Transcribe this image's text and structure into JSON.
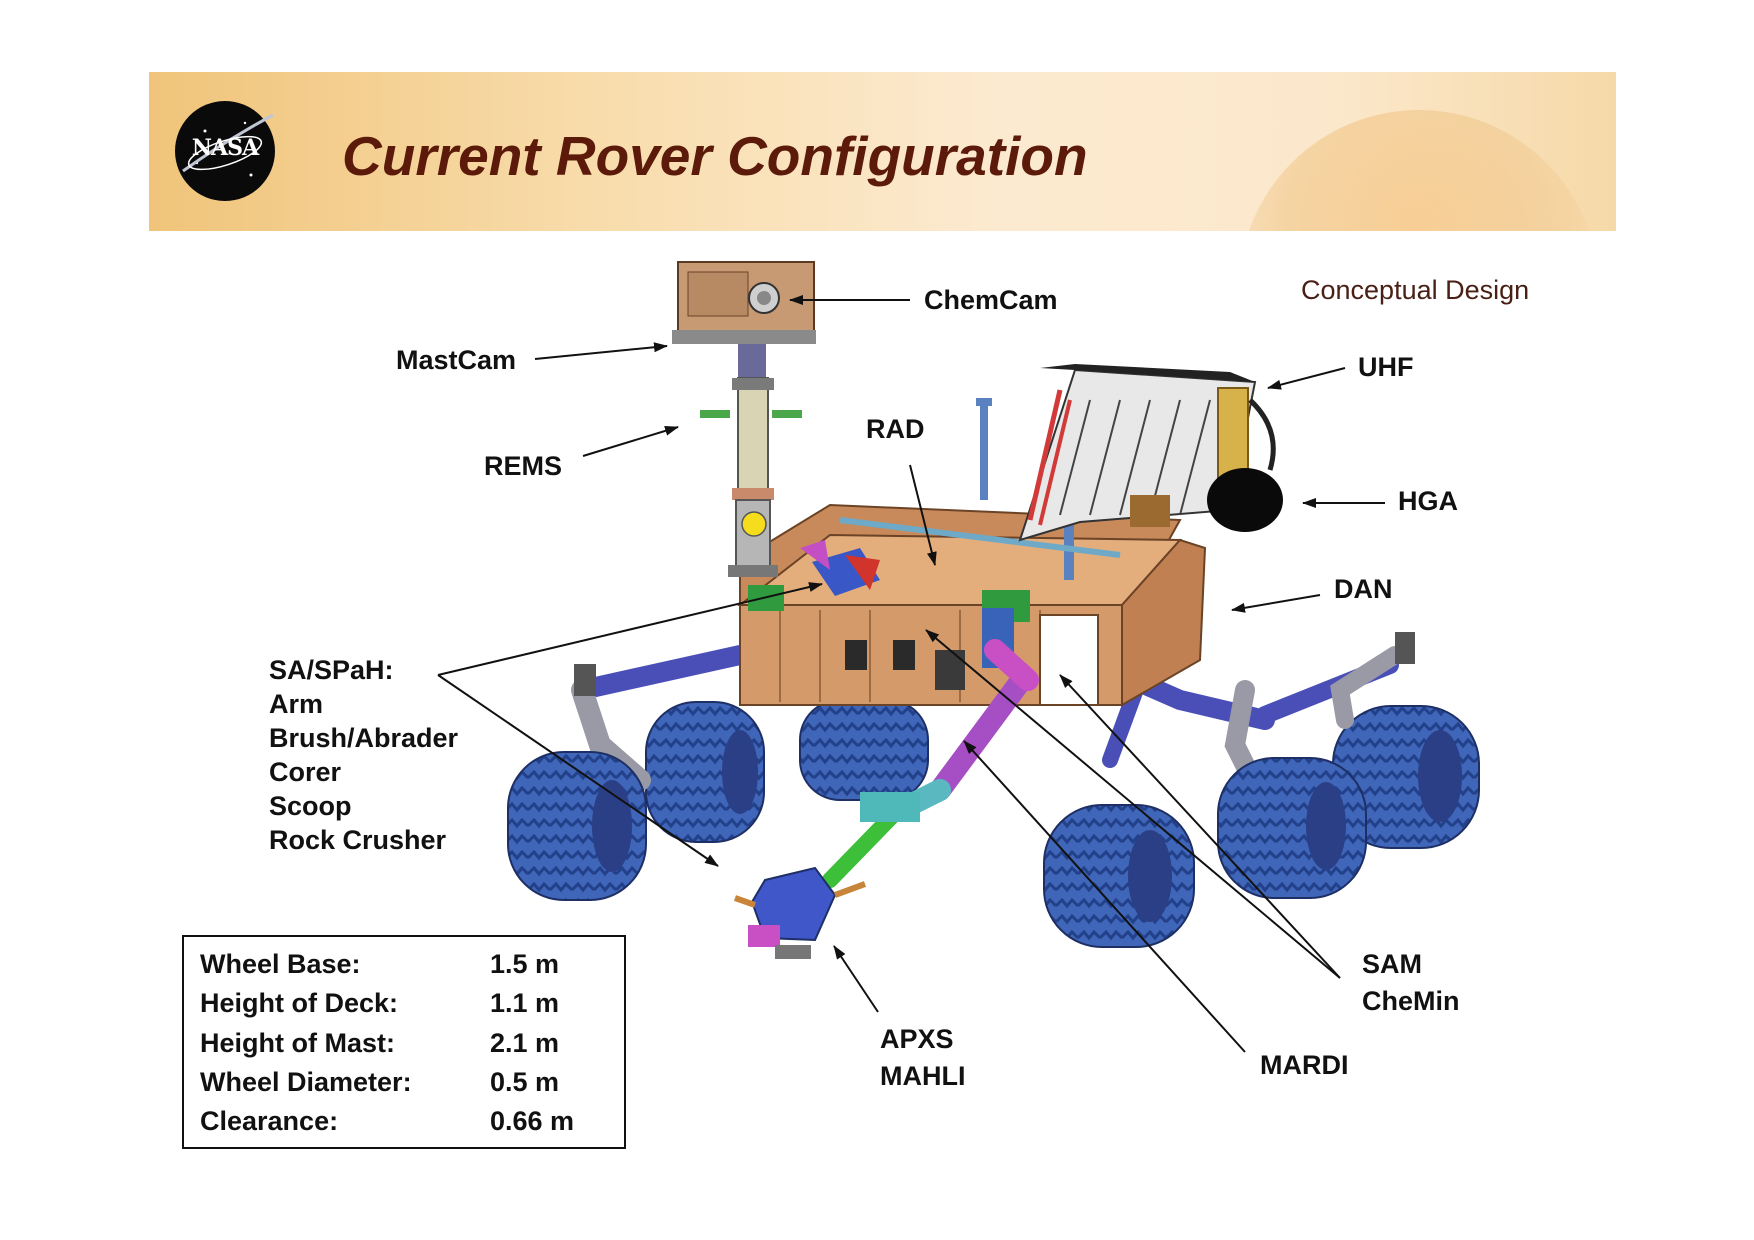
{
  "title": "Current Rover Configuration",
  "subtitle": "Conceptual Design",
  "logo_text": "NASA",
  "callouts": {
    "chemcam": "ChemCam",
    "mastcam": "MastCam",
    "uhf": "UHF",
    "rems": "REMS",
    "rad": "RAD",
    "hga": "HGA",
    "dan": "DAN",
    "sam": "SAM",
    "chemin": "CheMin",
    "apxs": "APXS",
    "mahli": "MAHLI",
    "mardi": "MARDI"
  },
  "sa_spah": [
    "SA/SPaH:",
    "Arm",
    "Brush/Abrader",
    "Corer",
    "Scoop",
    "Rock Crusher"
  ],
  "specs": [
    {
      "label": "Wheel Base:",
      "value": "1.5 m"
    },
    {
      "label": "Height of Deck:",
      "value": "1.1 m"
    },
    {
      "label": "Height of Mast:",
      "value": "2.1 m"
    },
    {
      "label": "Wheel Diameter:",
      "value": "0.5 m"
    },
    {
      "label": "Clearance:",
      "value": "0.66 m"
    }
  ],
  "colors": {
    "title": "#5b1a0a",
    "deck": "#dba072",
    "wheel": "#3f66b8",
    "arm": "#a64fc4",
    "strut": "#4a4fb8"
  }
}
